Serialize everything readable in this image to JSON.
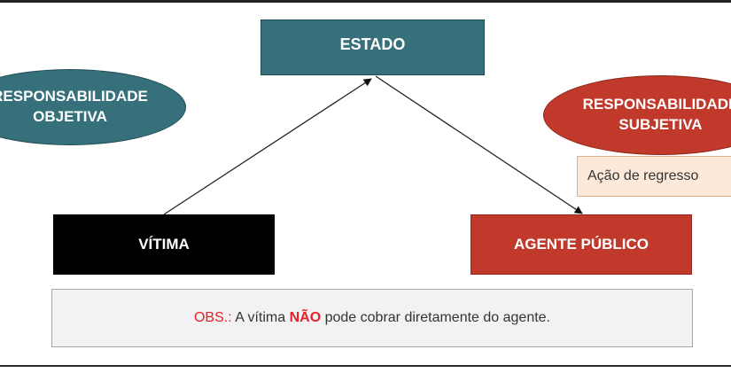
{
  "diagram": {
    "estado": "ESTADO",
    "vitima": "VÍTIMA",
    "agente": "AGENTE PÚBLICO",
    "acao_regresso": "Ação de regresso",
    "resp_objetiva": {
      "line1": "RESPONSABILIDADE",
      "line2": "OBJETIVA"
    },
    "resp_subjetiva": {
      "line1": "RESPONSABILIDADE",
      "line2": "SUBJETIVA"
    },
    "obs": {
      "label": "OBS.:",
      "text_before": " A vítima ",
      "emphasis": "NÃO",
      "text_after": " pode cobrar diretamente do agente."
    }
  },
  "colors": {
    "teal": "#36707a",
    "red": "#c0392b",
    "black": "#000000",
    "peach": "#fde9d9",
    "obs_bg": "#f2f2f2",
    "obs_red_text": "#e8202a"
  }
}
